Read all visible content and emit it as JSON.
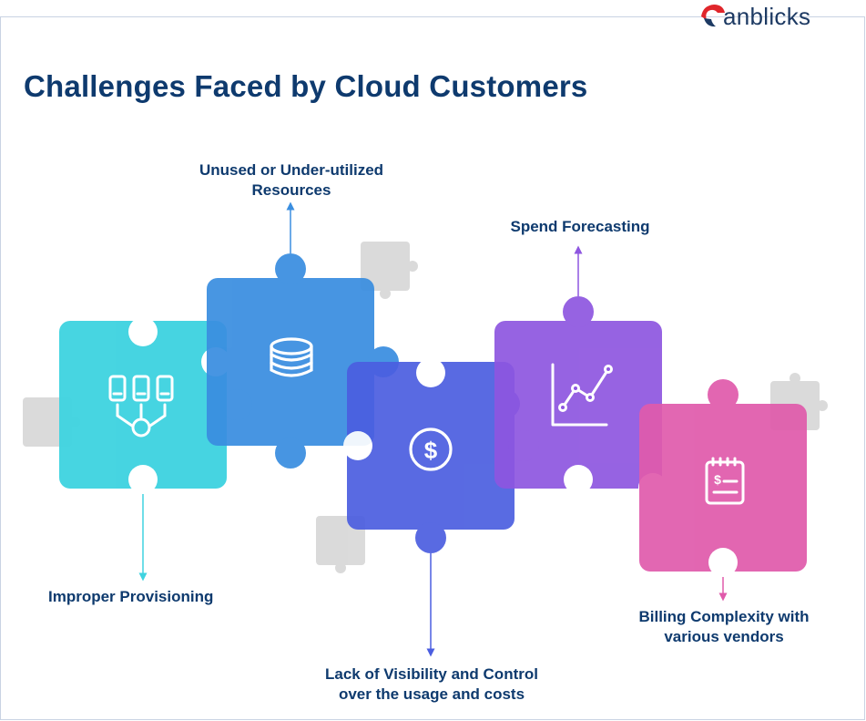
{
  "brand": {
    "logo_text": "anblicks"
  },
  "title": "Challenges Faced by Cloud Customers",
  "pieces": [
    {
      "label": "Improper Provisioning",
      "icon": "servers-network-icon",
      "color": "#3fd3e0"
    },
    {
      "label_line1": "Unused or Under-utilized",
      "label_line2": "Resources",
      "icon": "database-icon",
      "color": "#3a8ee0"
    },
    {
      "label_line1": "Lack of Visibility and Control",
      "label_line2": "over the usage and costs",
      "icon": "dollar-coin-icon",
      "color": "#4b5ee0"
    },
    {
      "label": "Spend Forecasting",
      "icon": "line-chart-icon",
      "color": "#8e56e0"
    },
    {
      "label_line1": "Billing Complexity with",
      "label_line2": "various vendors",
      "icon": "bill-receipt-icon",
      "color": "#e05aab"
    }
  ],
  "colors": {
    "title": "#0e3a6e",
    "grey_piece": "#d7d7d7",
    "brand_red": "#e0262b"
  }
}
